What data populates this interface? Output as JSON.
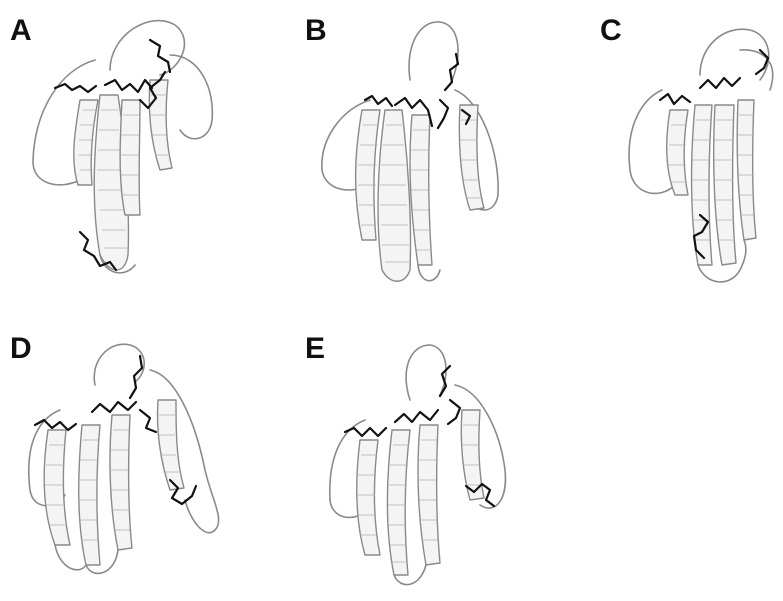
{
  "panels": [
    {
      "id": "A",
      "label": "A"
    },
    {
      "id": "B",
      "label": "B"
    },
    {
      "id": "C",
      "label": "C"
    },
    {
      "id": "D",
      "label": "D"
    },
    {
      "id": "E",
      "label": "E"
    }
  ],
  "colors": {
    "background": "#ffffff",
    "backbone": "#8a8a8a",
    "sidechain": "#111111",
    "label": "#111111"
  }
}
